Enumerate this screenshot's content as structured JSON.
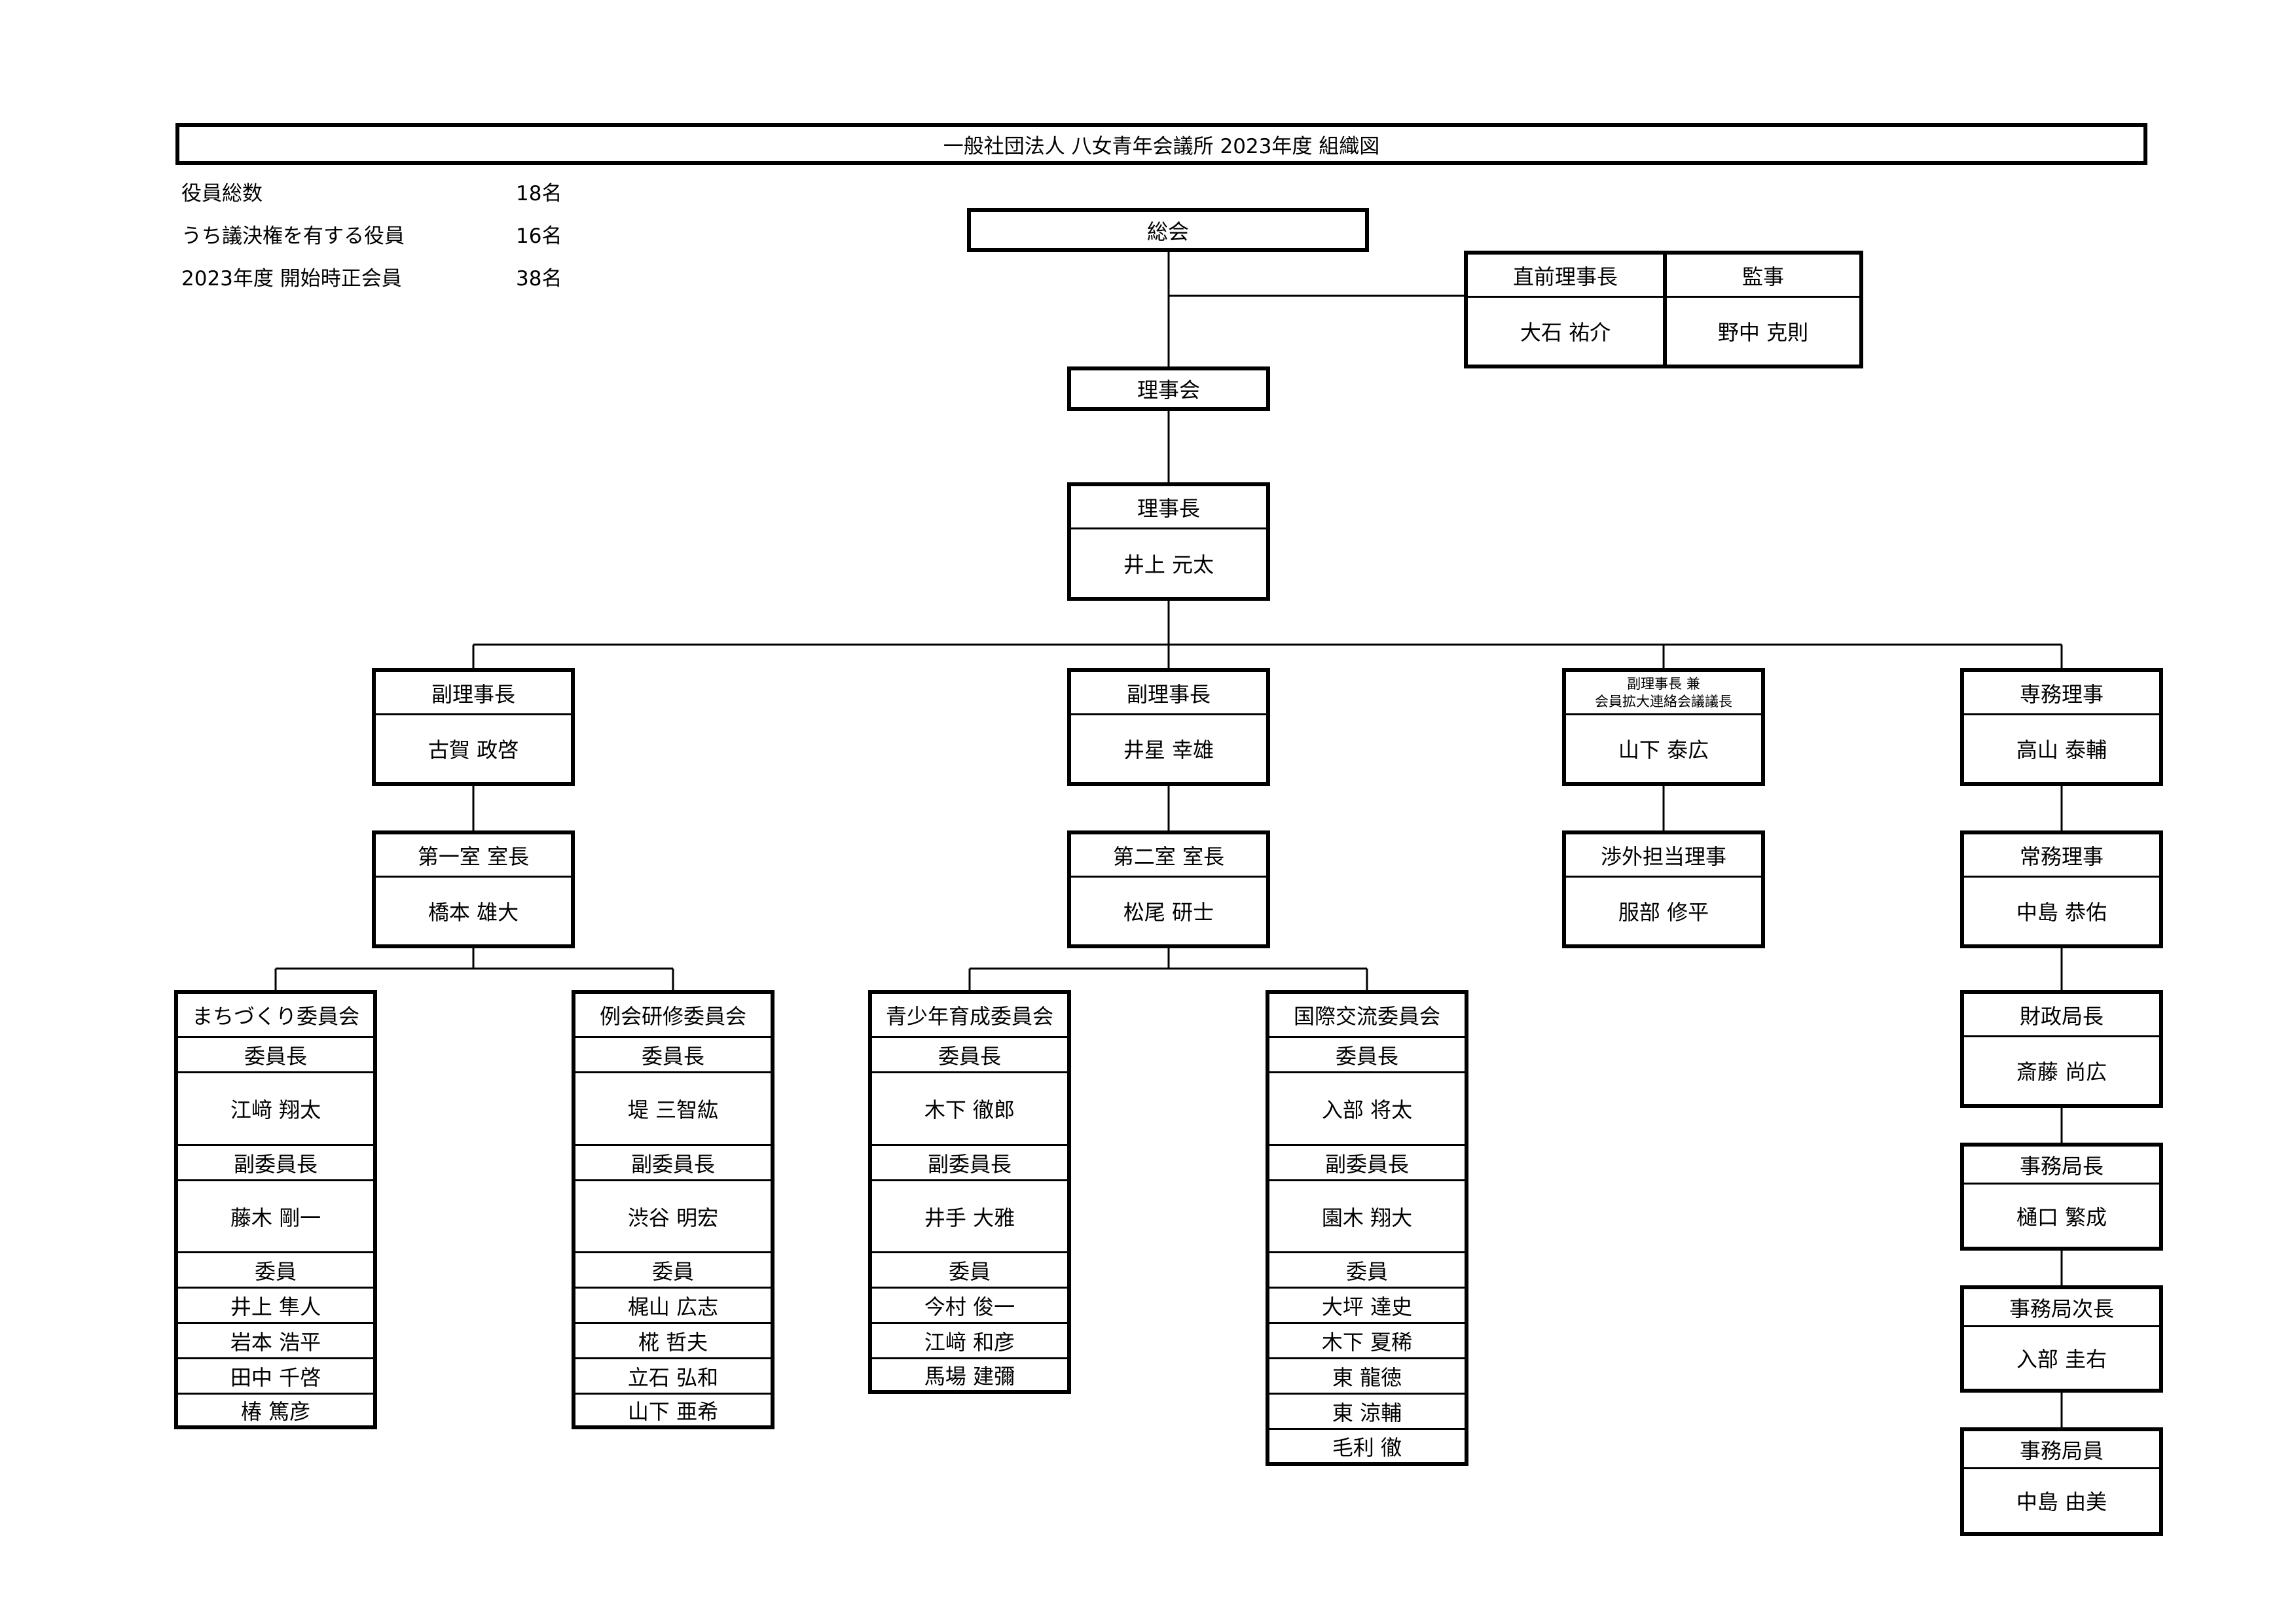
{
  "title": "一般社団法人  八女青年会議所  2023年度  組織図",
  "stats": [
    {
      "label": "役員総数",
      "value": "18名"
    },
    {
      "label": "うち議決権を有する役員",
      "value": "16名"
    },
    {
      "label": "2023年度  開始時正会員",
      "value": "38名"
    }
  ],
  "top": {
    "soukai": "総会",
    "rijikai": "理事会",
    "zenzen": {
      "title": "直前理事長",
      "name": "大石  祐介"
    },
    "kanji": {
      "title": "監事",
      "name": "野中  克則"
    },
    "rijicho": {
      "title": "理事長",
      "name": "井上  元太"
    }
  },
  "vp": [
    {
      "title": "副理事長",
      "name": "古賀  政啓"
    },
    {
      "title": "副理事長",
      "name": "井星  幸雄"
    },
    {
      "title_line1": "副理事長  兼",
      "title_line2": "会員拡大連絡会議議長",
      "name": "山下  泰広"
    },
    {
      "title": "専務理事",
      "name": "高山  泰輔"
    }
  ],
  "second": [
    {
      "title": "第一室  室長",
      "name": "橋本  雄大"
    },
    {
      "title": "第二室  室長",
      "name": "松尾  研士"
    },
    {
      "title": "渉外担当理事",
      "name": "服部  修平"
    },
    {
      "title": "常務理事",
      "name": "中島  恭佑"
    }
  ],
  "labels": {
    "chair": "委員長",
    "vice": "副委員長",
    "members": "委員"
  },
  "committees": [
    {
      "name": "まちづくり委員会",
      "chair": "江﨑  翔太",
      "vice": "藤木  剛一",
      "vice_label": "副委員長",
      "members": [
        "井上  隼人",
        "岩本  浩平",
        "田中  千啓",
        "椿  篤彦"
      ]
    },
    {
      "name": "例会研修委員会",
      "chair": "堤  三智紘",
      "vice": "渋谷  明宏",
      "vice_label": "副委員長",
      "members": [
        "梶山  広志",
        "椛  哲夫",
        "立石  弘和",
        "山下  亜希"
      ]
    },
    {
      "name": "青少年育成委員会",
      "chair": "木下  徹郎",
      "vice": "井手  大雅",
      "vice_label": "副委員長",
      "members": [
        "今村  俊一",
        "江﨑  和彦",
        "馬場  建彌"
      ]
    },
    {
      "name": "国際交流委員会",
      "chair": "入部  将太",
      "vice": "園木  翔大",
      "vice_label": "副委員長",
      "members": [
        "大坪  達史",
        "木下  夏稀",
        "東  龍徳",
        "東  涼輔",
        "毛利  徹"
      ]
    }
  ],
  "secretariat": [
    {
      "title": "財政局長",
      "name": "斎藤  尚広"
    },
    {
      "title": "事務局長",
      "name": "樋口  繁成"
    },
    {
      "title": "事務局次長",
      "name": "入部  圭右"
    },
    {
      "title": "事務局員",
      "name": "中島  由美"
    }
  ]
}
